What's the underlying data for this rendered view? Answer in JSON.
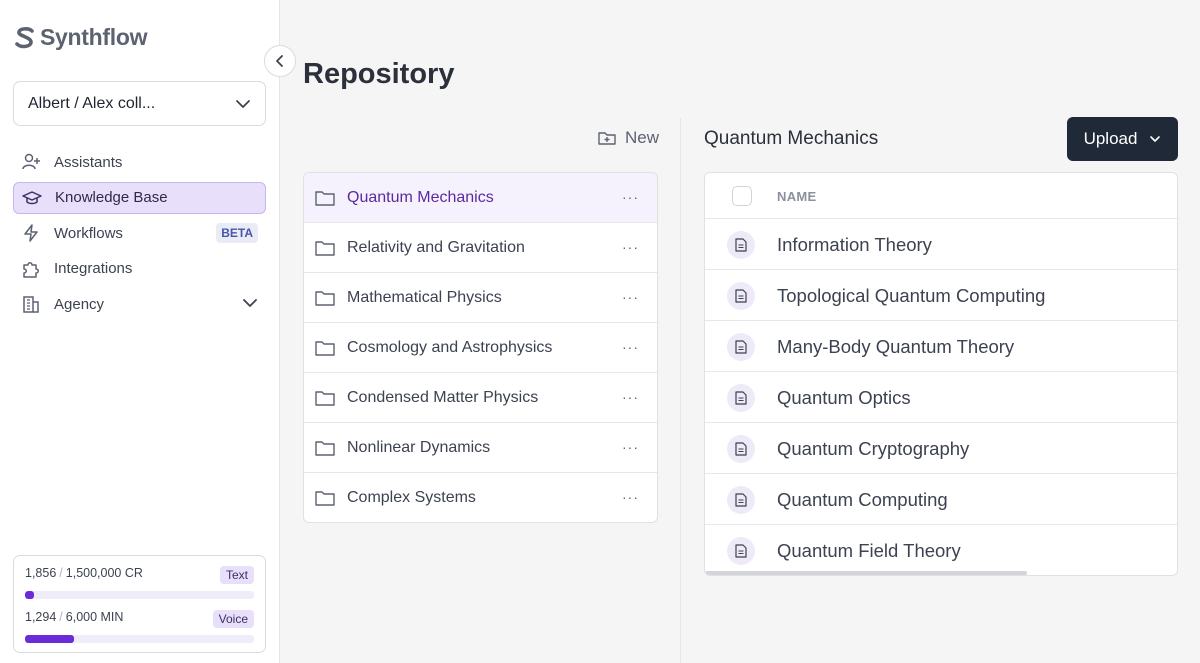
{
  "app": {
    "brand": "Synthflow"
  },
  "workspace": {
    "name": "Albert / Alex coll..."
  },
  "sidebar": {
    "items": [
      {
        "label": "Assistants",
        "icon": "user-plus-icon"
      },
      {
        "label": "Knowledge Base",
        "icon": "graduation-cap-icon",
        "active": true
      },
      {
        "label": "Workflows",
        "icon": "lightning-icon",
        "badge": "BETA"
      },
      {
        "label": "Integrations",
        "icon": "puzzle-icon"
      },
      {
        "label": "Agency",
        "icon": "building-icon",
        "expandable": true
      }
    ]
  },
  "usage": {
    "text": {
      "used": "1,856",
      "total": "1,500,000 CR",
      "badge": "Text",
      "fraction": 0.0012
    },
    "voice": {
      "used": "1,294",
      "total": "6,000 MIN",
      "badge": "Voice",
      "fraction": 0.216
    }
  },
  "page": {
    "title": "Repository",
    "new_label": "New"
  },
  "folders": [
    {
      "name": "Quantum Mechanics",
      "active": true
    },
    {
      "name": "Relativity and Gravitation"
    },
    {
      "name": "Mathematical Physics"
    },
    {
      "name": "Cosmology and Astrophysics"
    },
    {
      "name": "Condensed Matter Physics"
    },
    {
      "name": "Nonlinear Dynamics"
    },
    {
      "name": "Complex Systems"
    }
  ],
  "panel": {
    "title": "Quantum Mechanics",
    "upload_label": "Upload",
    "column_name": "NAME",
    "files": [
      "Information Theory",
      "Topological Quantum Computing",
      "Many-Body Quantum Theory",
      "Quantum Optics",
      "Quantum Cryptography",
      "Quantum Computing",
      "Quantum Field Theory"
    ]
  },
  "colors": {
    "accent": "#6b2bd9",
    "active_bg": "#e8e0fb",
    "primary_button": "#1f2937"
  }
}
